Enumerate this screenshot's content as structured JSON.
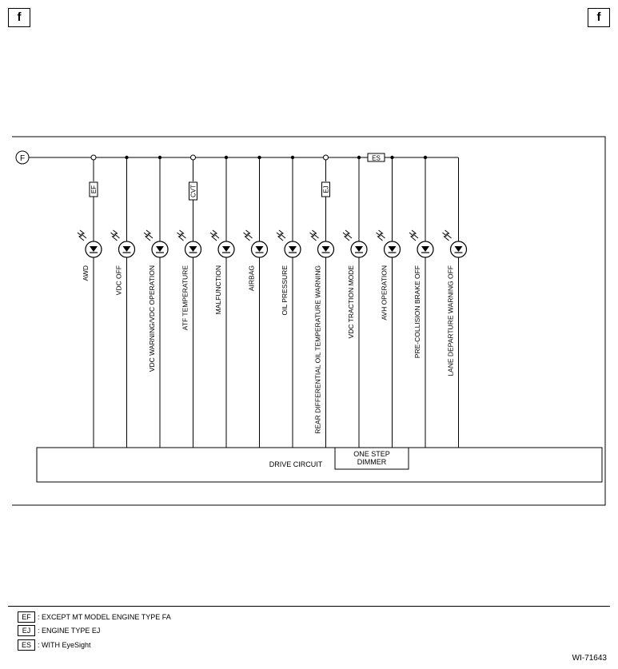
{
  "corner_labels": {
    "left": "f",
    "right": "f"
  },
  "source_connector": "F",
  "drive_circuit_label": "DRIVE CIRCUIT",
  "dimmer_label_line1": "ONE STEP",
  "dimmer_label_line2": "DIMMER",
  "indicators": [
    {
      "label": "AWD",
      "option_code": "EF"
    },
    {
      "label": "VDC OFF",
      "option_code": ""
    },
    {
      "label": "VDC WARNING/VDC OPERATION",
      "option_code": ""
    },
    {
      "label": "ATF TEMPERATURE",
      "option_code": "CVT"
    },
    {
      "label": "MALFUNCTION",
      "option_code": ""
    },
    {
      "label": "AIRBAG",
      "option_code": ""
    },
    {
      "label": "OIL PRESSURE",
      "option_code": ""
    },
    {
      "label": "REAR DIFFERENTIAL OIL TEMPERATURE WARNING",
      "option_code": "EJ"
    },
    {
      "label": "VDC TRACTION MODE",
      "option_code": ""
    },
    {
      "label": "AVH OPERATION",
      "option_code": ""
    },
    {
      "label": "PRE-COLLISION BRAKE OFF",
      "option_code": ""
    },
    {
      "label": "LANE DEPARTURE WARNING OFF",
      "option_code": ""
    }
  ],
  "bus_option_code": "ES",
  "legend": [
    {
      "code": "EF",
      "text": ": EXCEPT MT MODEL ENGINE TYPE FA"
    },
    {
      "code": "EJ",
      "text": ": ENGINE TYPE EJ"
    },
    {
      "code": "ES",
      "text": ": WITH EyeSight"
    }
  ],
  "figure_id": "WI-71643"
}
